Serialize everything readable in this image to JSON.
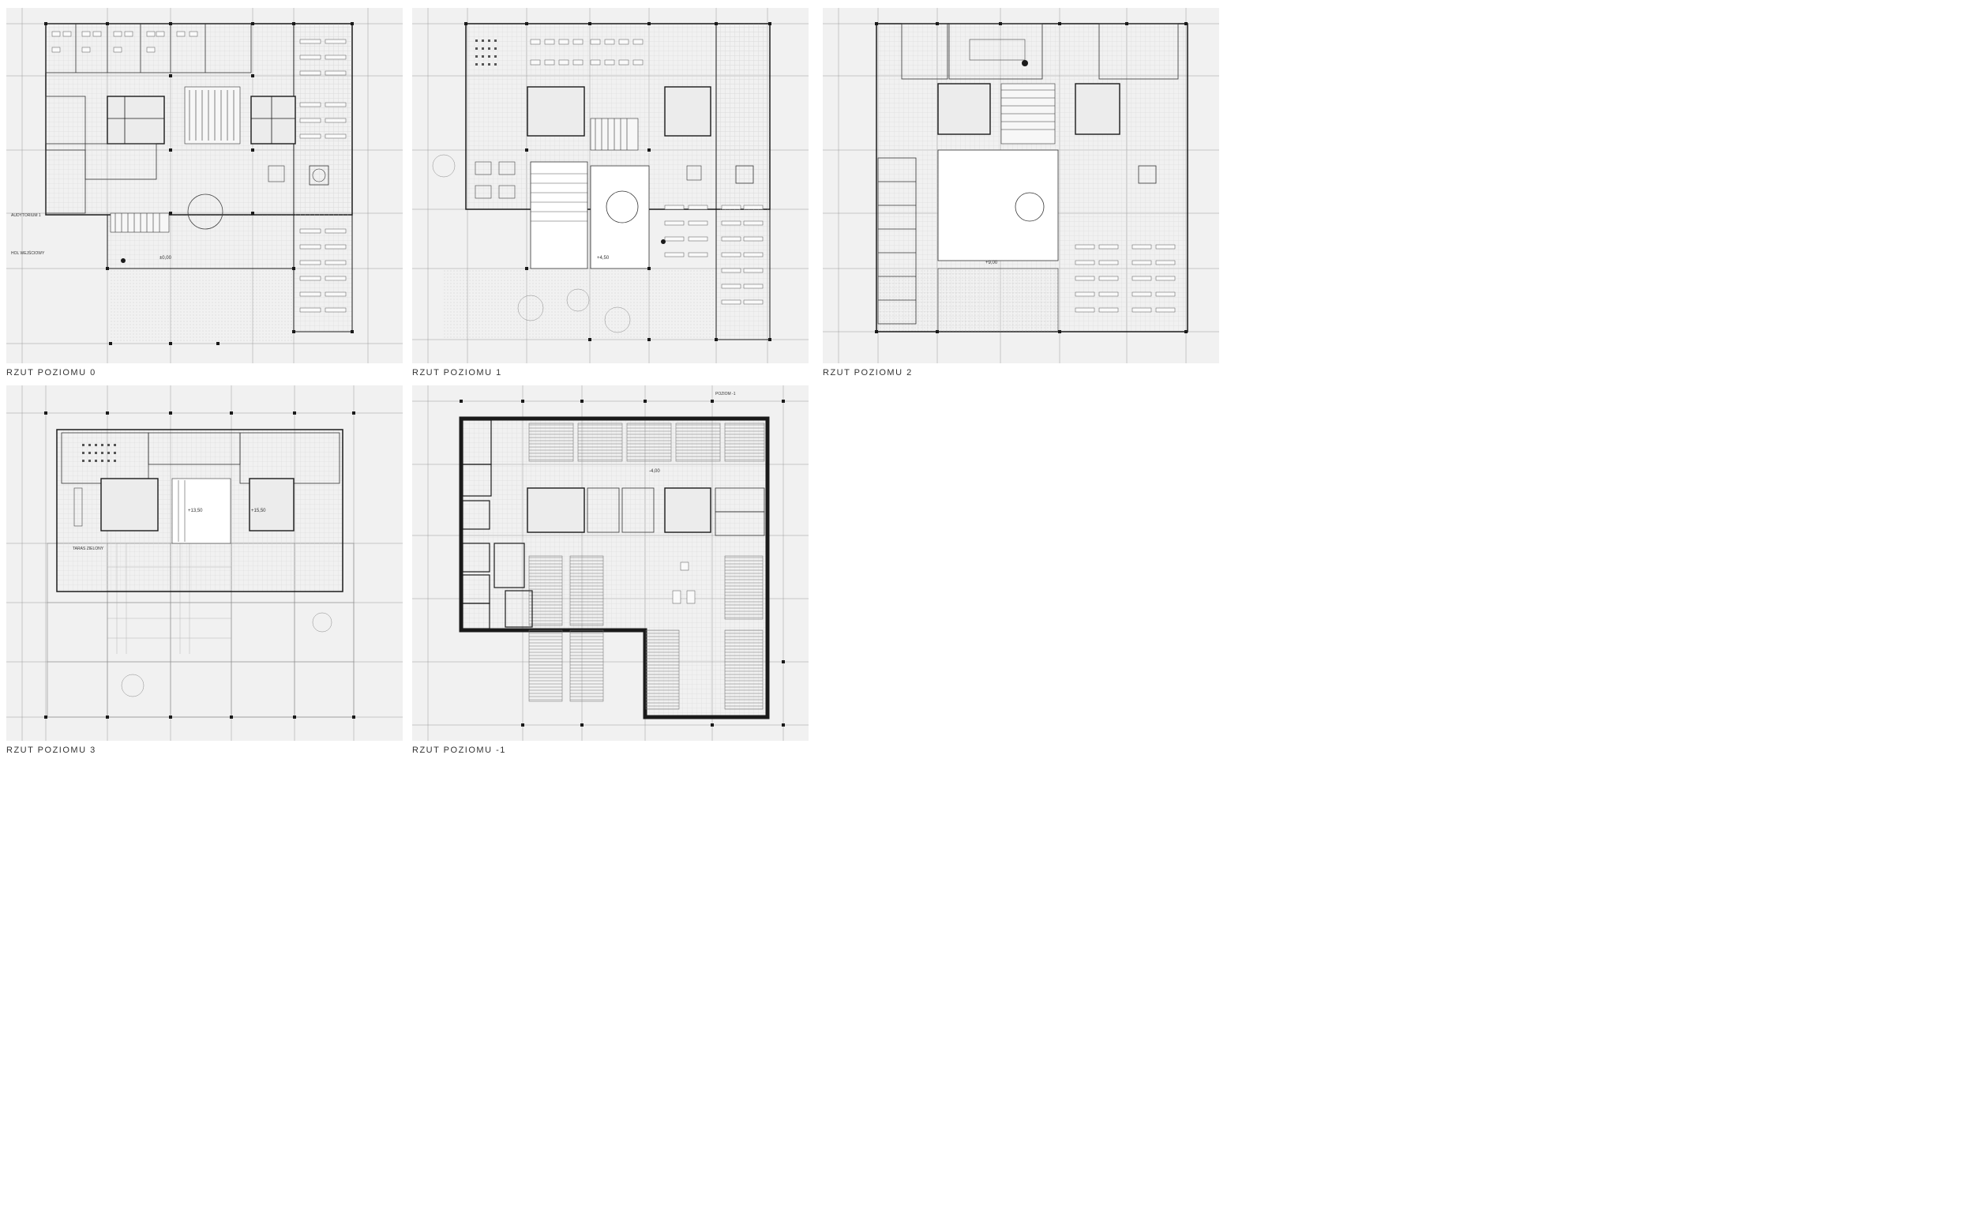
{
  "captions": {
    "p0": "RZUT POZIOMU 0",
    "p1": "RZUT POZIOMU 1",
    "p2": "RZUT POZIOMU 2",
    "p3": "RZUT POZIOMU 3",
    "pm1": "RZUT POZIOMU -1"
  },
  "labels": {
    "p0_auditorium": "AUDYTORIUM 1",
    "p0_hall": "HOL WEJŚCIOWY",
    "p0_level": "±0,00",
    "p1_level": "+4,50",
    "p2_level": "+9,00",
    "p3_level_a": "+13,50",
    "p3_level_b": "+15,50",
    "p3_terrace": "TARAS ZIELONY",
    "pm1_top": "POZIOM -1",
    "pm1_level": "-4,00"
  },
  "colors": {
    "paper": "#ffffff",
    "sheet": "#f1f1f1",
    "wall": "#1a1a1a",
    "line": "#555555",
    "hatch": "#d9d9d9"
  }
}
